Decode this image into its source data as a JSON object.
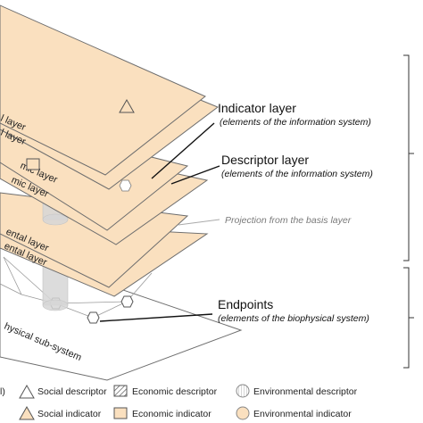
{
  "annotations": {
    "indicator": {
      "title": "Indicator layer",
      "subtitle": "(elements of the information system)"
    },
    "descriptor": {
      "title": "Descriptor layer",
      "subtitle": "(elements of the information system)"
    },
    "projection": {
      "text": "Projection from the basis layer"
    },
    "endpoints": {
      "title": "Endpoints",
      "subtitle": "(elements of the biophysical system)"
    }
  },
  "layer_labels": {
    "l1": "l layer",
    "l2": "l layer",
    "l3": "mic layer",
    "l4": "mic layer",
    "l5": "ental layer",
    "l6": "ental layer",
    "l7": "hysical sub-system"
  },
  "legend": {
    "partial": "l)",
    "row1": [
      {
        "label": "Social descriptor"
      },
      {
        "label": "Economic descriptor"
      },
      {
        "label": "Environmental descriptor"
      }
    ],
    "row2": [
      {
        "label": "Social indicator"
      },
      {
        "label": "Economic indicator"
      },
      {
        "label": "Environmental indicator"
      }
    ]
  },
  "colors": {
    "layer_fill": "#fae0bf",
    "layer_stroke": "#6e6e6e",
    "base_fill": "#ffffff",
    "pillar": "#d9d9d9"
  }
}
